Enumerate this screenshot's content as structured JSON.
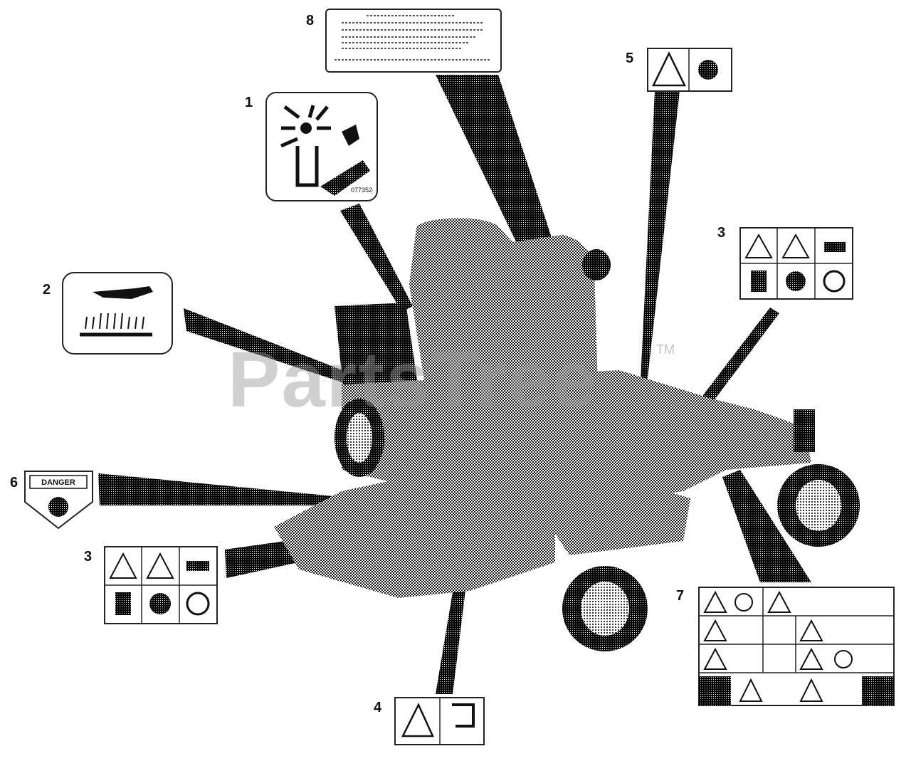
{
  "diagram": {
    "watermark": "PartsTree",
    "watermark_tm": "TM",
    "callouts": [
      {
        "number": "1",
        "decal": "rotating-blade-hand-warning",
        "code": "077352"
      },
      {
        "number": "2",
        "decal": "hot-surface-warning"
      },
      {
        "number": "3",
        "decal": "safety-pictogram-grid-right"
      },
      {
        "number": "3",
        "decal": "safety-pictogram-grid-left"
      },
      {
        "number": "4",
        "decal": "blade-warning-pair"
      },
      {
        "number": "5",
        "decal": "warning-decal-small"
      },
      {
        "number": "6",
        "decal": "danger-decal",
        "text": "DANGER"
      },
      {
        "number": "7",
        "decal": "operator-instruction-grid"
      },
      {
        "number": "8",
        "decal": "text-instruction-label"
      }
    ]
  }
}
